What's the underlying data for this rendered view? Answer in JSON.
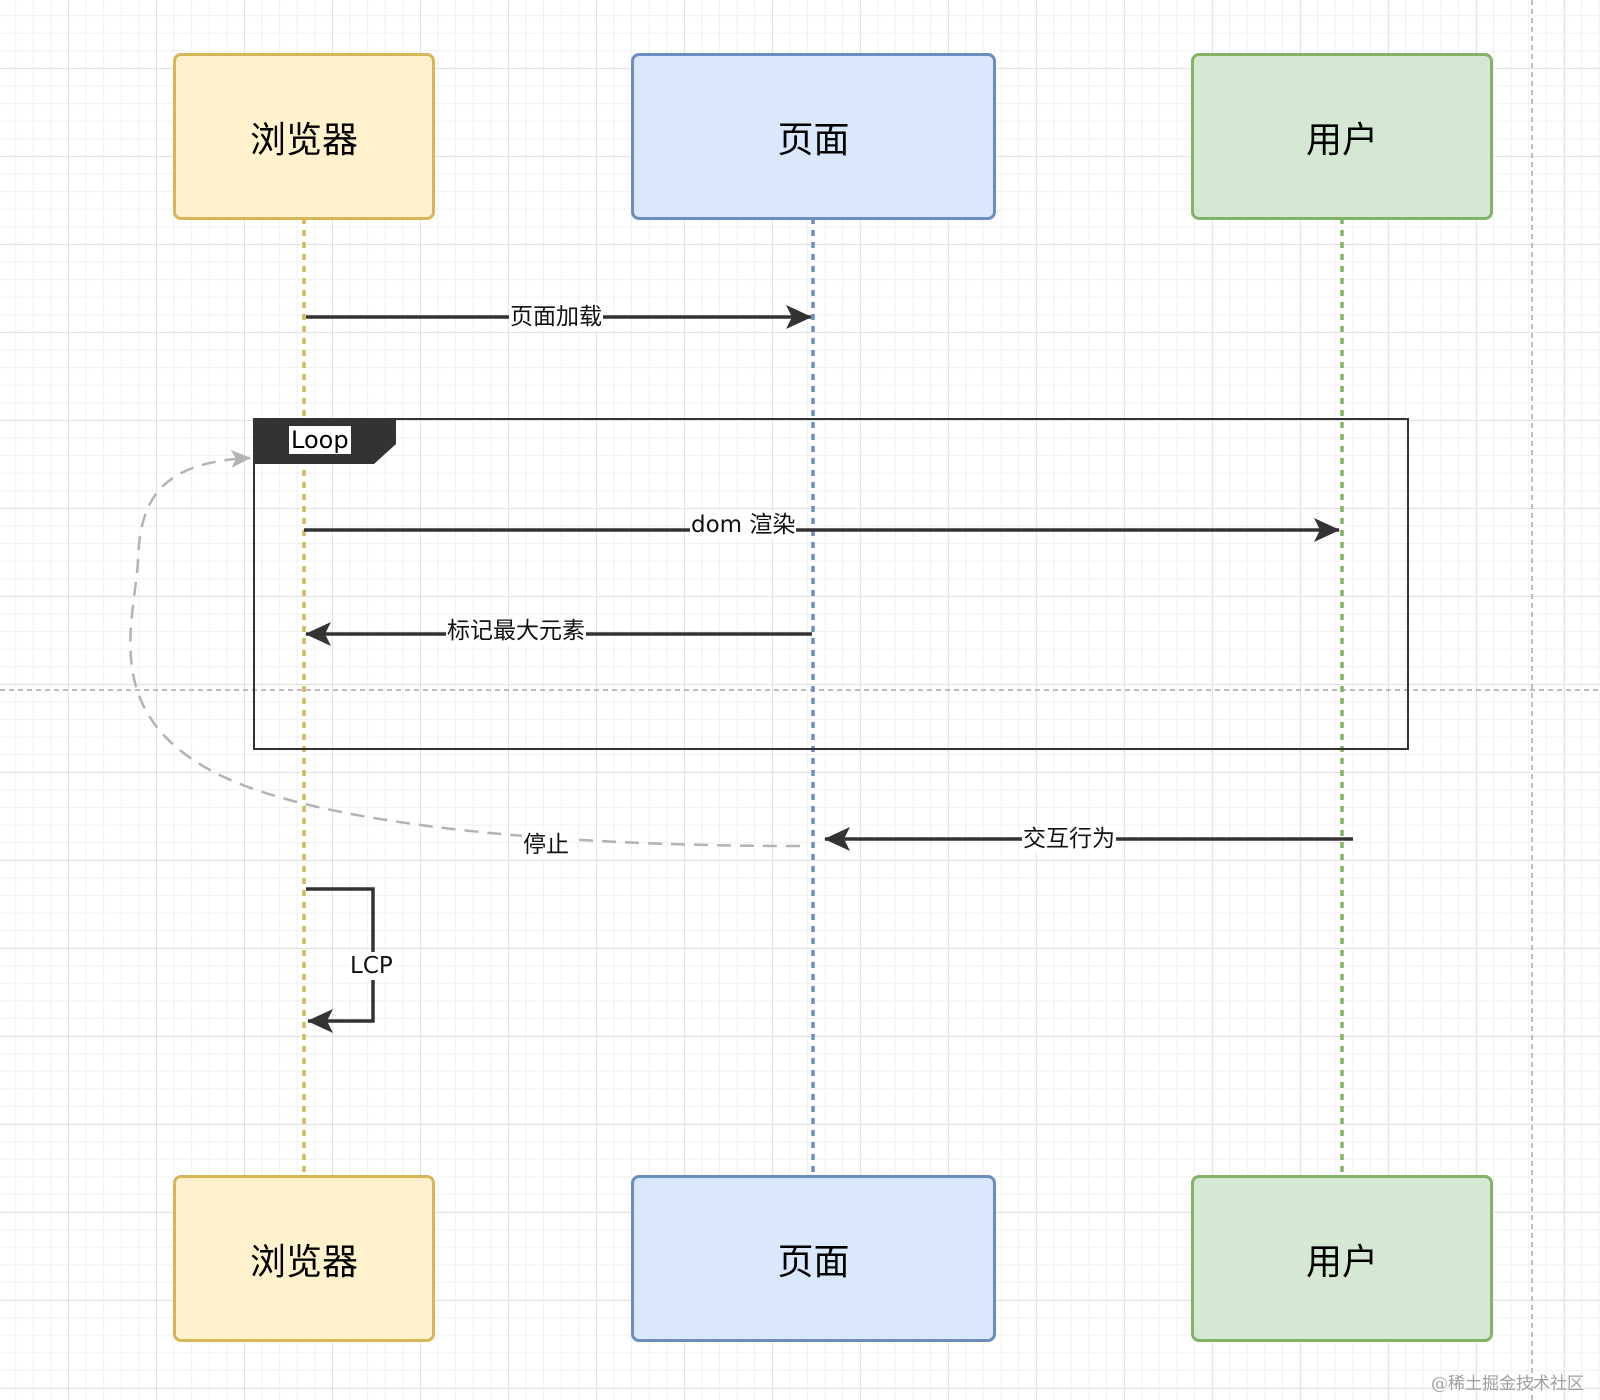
{
  "participants": {
    "browser": "浏览器",
    "page": "页面",
    "user": "用户"
  },
  "messages": {
    "page_load": "页面加载",
    "dom_render": "dom 渲染",
    "mark_largest": "标记最大元素",
    "interaction": "交互行为",
    "stop": "停止",
    "lcp": "LCP"
  },
  "fragment": {
    "label": "Loop"
  },
  "watermark": "@稀土掘金技术社区",
  "colors": {
    "browser_fill": "#fff2cc",
    "browser_stroke": "#d6b656",
    "page_fill": "#dae8fc",
    "page_stroke": "#6c8ebf",
    "user_fill": "#d5e8d4",
    "user_stroke": "#82b366",
    "arrow": "#333333",
    "dashed_arrow": "#b3b3b3"
  }
}
